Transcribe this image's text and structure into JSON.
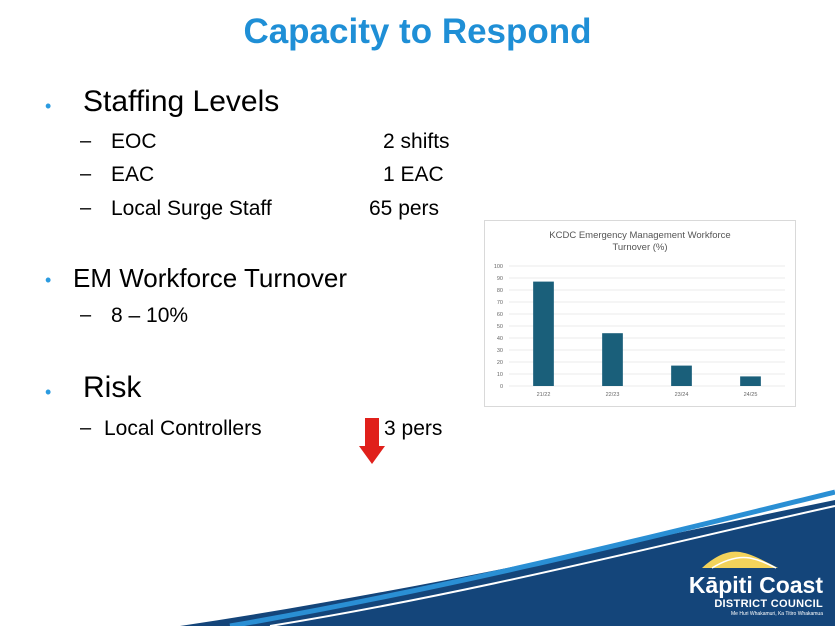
{
  "slide": {
    "title": "Capacity to Respond"
  },
  "sections": [
    {
      "heading": "Staffing Levels",
      "items": [
        {
          "label": "EOC",
          "value": "2 shifts"
        },
        {
          "label": "EAC",
          "value": "1 EAC"
        },
        {
          "label": "Local Surge Staff",
          "value": "65 pers"
        }
      ]
    },
    {
      "heading": "EM Workforce Turnover",
      "items": [
        {
          "label": "8 – 10%",
          "value": ""
        }
      ]
    },
    {
      "heading": "Risk",
      "items": [
        {
          "label": "Local Controllers",
          "value": "3 pers"
        }
      ]
    }
  ],
  "bullet_glyph": "•",
  "dash_glyph": "–",
  "trend_icon": "red-down-arrow",
  "chart_data": {
    "type": "bar",
    "title": "KCDC Emergency Management Workforce Turnover (%)",
    "title_lines": [
      "KCDC Emergency Management Workforce",
      "Turnover (%)"
    ],
    "categories": [
      "21/22",
      "22/23",
      "23/24",
      "24/25"
    ],
    "values": [
      87,
      44,
      17,
      8
    ],
    "ylim": [
      0,
      100
    ],
    "yticks": [
      0,
      10,
      20,
      30,
      40,
      50,
      60,
      70,
      80,
      90,
      100
    ],
    "grid": true,
    "bar_color": "#1a5f7a"
  },
  "logo": {
    "name": "Kāpiti Coast",
    "subtitle": "DISTRICT COUNCIL",
    "tagline": "Me Huri Whakamuri, Ka Titiro Whakamua"
  },
  "colors": {
    "title": "#1f8fd6",
    "bullet": "#2b9be0",
    "arrow": "#e0201b",
    "footer_dark": "#14457a",
    "footer_light": "#2a8fd4"
  }
}
